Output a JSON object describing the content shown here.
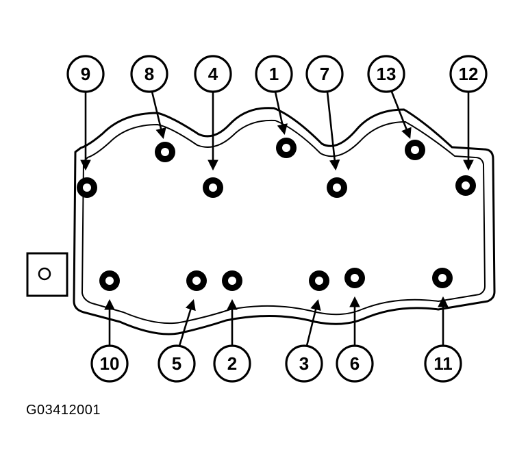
{
  "figure_id": "G03412001",
  "top_callouts": [
    "9",
    "8",
    "4",
    "1",
    "7",
    "13",
    "12"
  ],
  "bottom_callouts": [
    "10",
    "5",
    "2",
    "3",
    "6",
    "11"
  ]
}
